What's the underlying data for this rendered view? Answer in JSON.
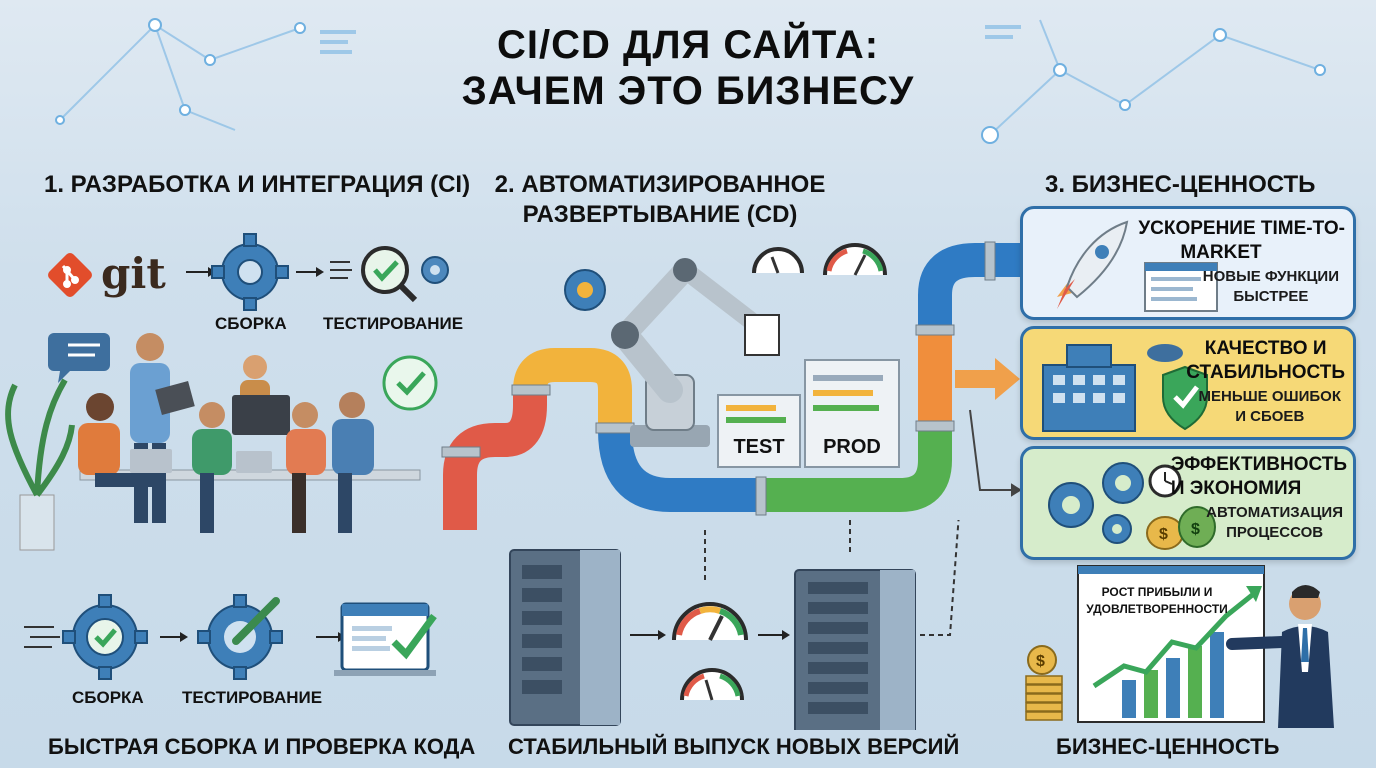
{
  "title": {
    "line1": "CI/CD ДЛЯ САЙТА:",
    "line2": "ЗАЧЕМ ЭТО БИЗНЕСУ"
  },
  "section1": {
    "heading": "1. РАЗРАБОТКА И ИНТЕГРАЦИЯ (CI)",
    "git_logo": "git",
    "build_label": "СБОРКА",
    "test_label": "ТЕСТИРОВАНИЕ",
    "build_label_2": "СБОРКА",
    "test_label_2": "ТЕСТИРОВАНИЕ",
    "caption": "БЫСТРАЯ СБОРКА И ПРОВЕРКА КОДА"
  },
  "section2": {
    "heading_line1": "2. АВТОМАТИЗИРОВАННОЕ",
    "heading_line2": "РАЗВЕРТЫВАНИЕ (CD)",
    "test_server_label": "TEST",
    "prod_server_label": "PROD",
    "caption": "СТАБИЛЬНЫЙ ВЫПУСК НОВЫХ ВЕРСИЙ"
  },
  "section3": {
    "heading": "3. БИЗНЕС-ЦЕННОСТЬ",
    "panels": [
      {
        "title_line1": "УСКОРЕНИЕ TIME-TO-",
        "title_line2": "MARKET",
        "sub_line1": "НОВЫЕ ФУНКЦИИ",
        "sub_line2": "БЫСТРЕЕ",
        "bg": "#e8f1fa"
      },
      {
        "title_line1": "КАЧЕСТВО И",
        "title_line2": "СТАБИЛЬНОСТЬ",
        "sub_line1": "МЕНЬШЕ ОШИБОК",
        "sub_line2": "И СБОЕВ",
        "bg": "#f6d977"
      },
      {
        "title_line1": "ЭФФЕКТИВНОСТЬ",
        "title_line2": "И ЭКОНОМИЯ",
        "sub_line1": "АВТОМАТИЗАЦИЯ",
        "sub_line2": "ПРОЦЕССОВ",
        "bg": "#d6eccb"
      }
    ],
    "chart_label_line1": "РОСТ ПРИБЫЛИ И",
    "chart_label_line2": "УДОВЛЕТВОРЕННОСТИ",
    "caption": "БИЗНЕС-ЦЕННОСТЬ"
  },
  "colors": {
    "accent_blue": "#2f6fa8",
    "green_check": "#3aa65a",
    "orange_arrow": "#f0a04b",
    "git_orange": "#e24d2b"
  }
}
